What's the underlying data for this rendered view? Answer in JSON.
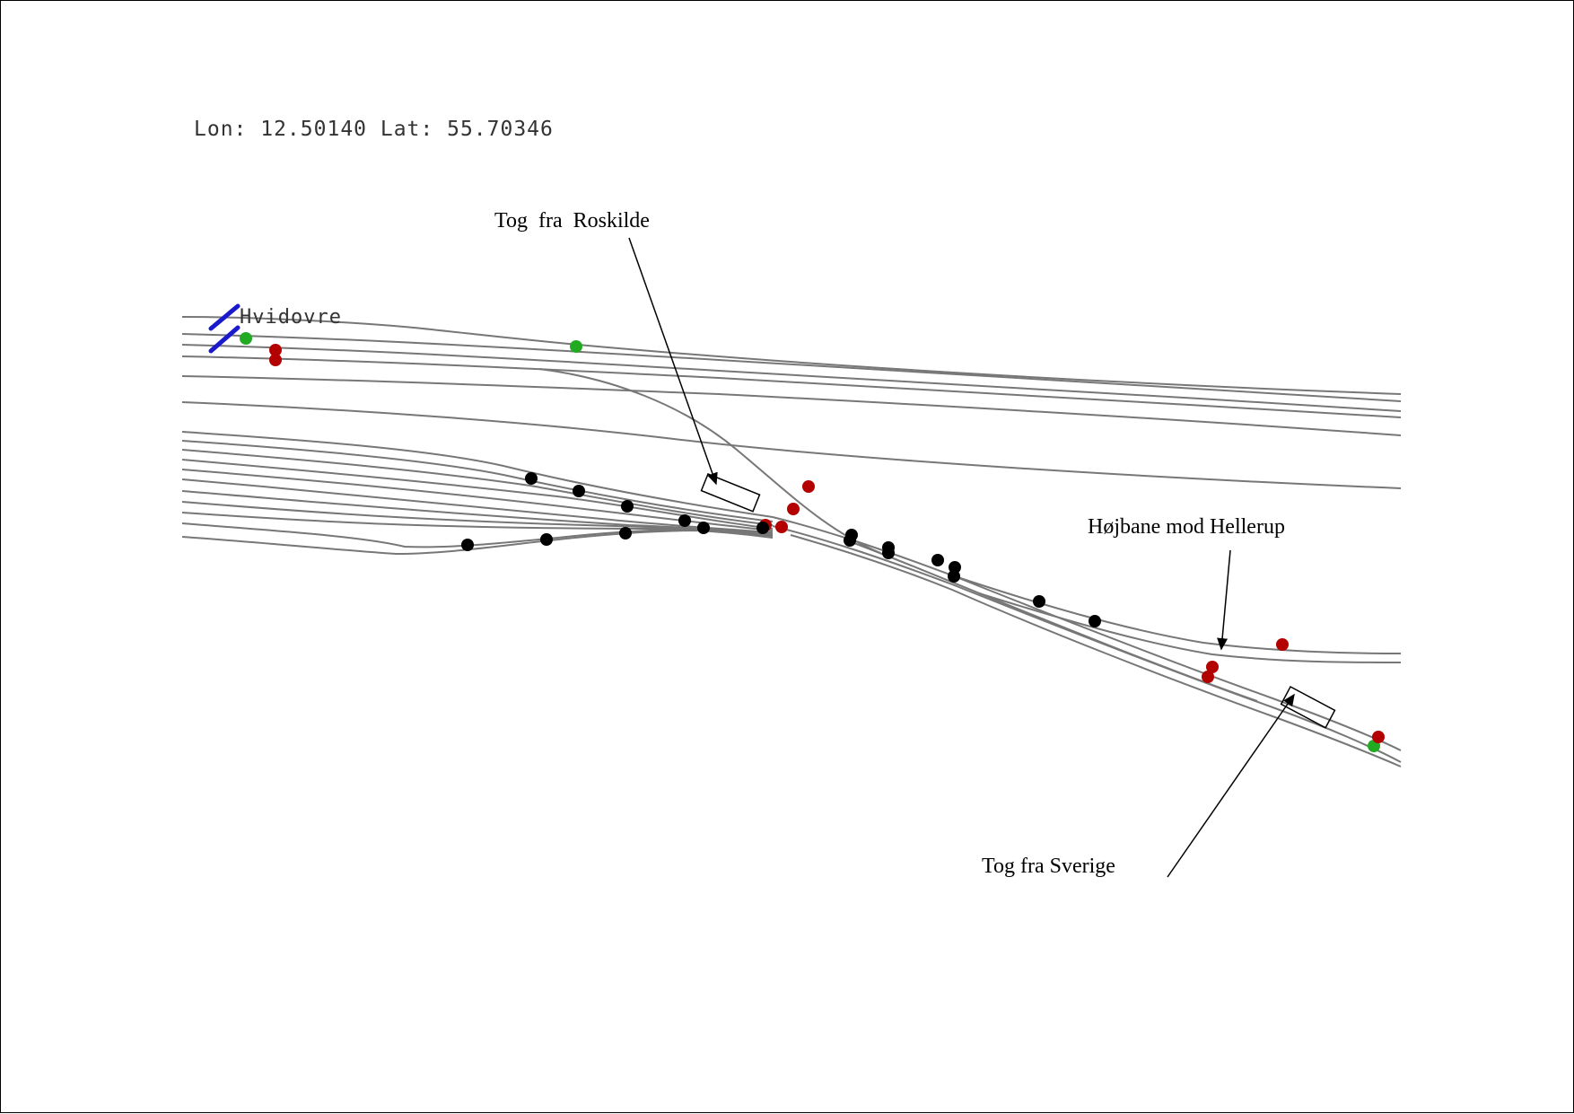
{
  "coordinates": "Lon: 12.50140 Lat: 55.70346",
  "station": {
    "name": "Hvidovre"
  },
  "annotations": {
    "roskilde": "Tog  fra Roskilde",
    "hojbane": "Højbane mod Hellerup",
    "sverige": "Tog fra Sverige"
  },
  "colors": {
    "track": "#777777",
    "signal_red": "#b30000",
    "signal_green": "#22aa22",
    "signal_black": "#000000",
    "station_marker": "#1a1acc",
    "annotation": "#000000"
  }
}
